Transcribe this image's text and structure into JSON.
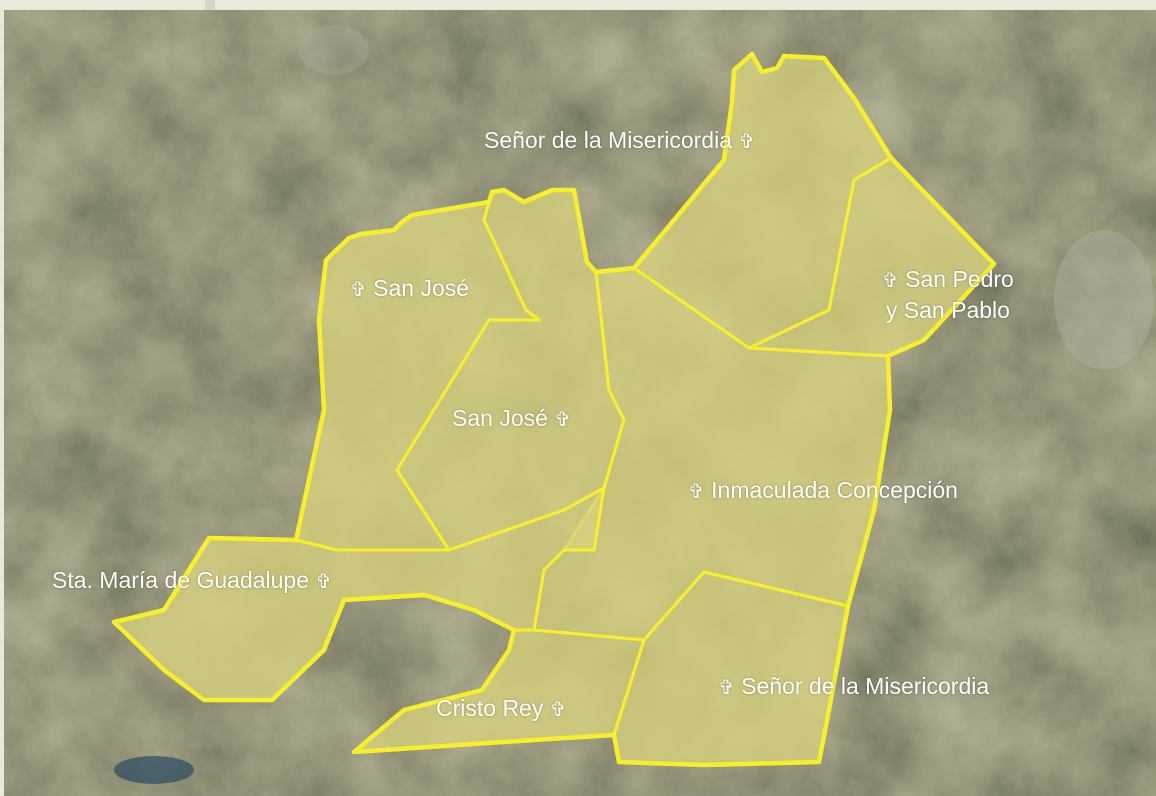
{
  "map": {
    "imagery": "satellite",
    "colors": {
      "page_background": "#ebe7db",
      "terrain": "#4d5038",
      "region_fill": "#d8d27e",
      "region_border": "#f7ef2a",
      "label_text": "#ffffff"
    },
    "cross_icon": "✞",
    "regions": [
      {
        "id": "san-jose-northwest",
        "label_text": "San José",
        "cross": "before"
      },
      {
        "id": "senor-de-la-misericordia-north",
        "label_text": "Señor de la Misericordia",
        "cross": "after"
      },
      {
        "id": "san-pedro-y-san-pablo",
        "label_lines": [
          "San Pedro",
          "y San Pablo"
        ],
        "cross": "before"
      },
      {
        "id": "san-jose-center",
        "label_text": "San José",
        "cross": "after"
      },
      {
        "id": "inmaculada-concepcion",
        "label_text": "Inmaculada Concepción",
        "cross": "before"
      },
      {
        "id": "sta-maria-de-guadalupe",
        "label_text": "Sta. María de Guadalupe",
        "cross": "after"
      },
      {
        "id": "cristo-rey",
        "label_text": "Cristo Rey",
        "cross": "after"
      },
      {
        "id": "senor-de-la-misericordia-south",
        "label_text": "Señor de la Misericordia",
        "cross": "before"
      }
    ]
  }
}
